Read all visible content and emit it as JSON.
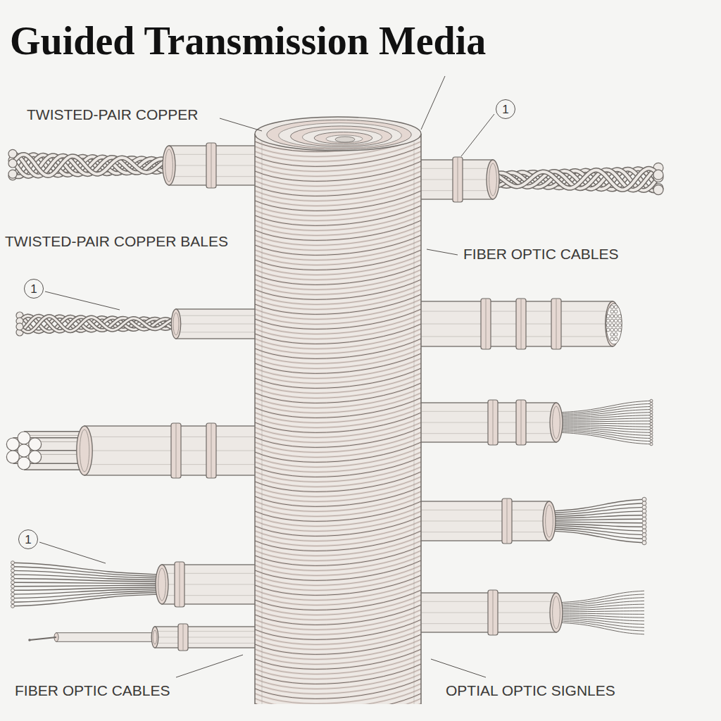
{
  "diagram": {
    "title": "Guided Transmission Media",
    "nodes": [
      {
        "text": [
          "1"
        ]
      },
      {
        "text": [
          "1"
        ]
      },
      {
        "text": [
          "1"
        ]
      }
    ],
    "labels": [
      "TWISTED-PAIR COPPER",
      "TWISTED-PAIR COPPER BALES",
      "FIBER OPTIC CABLES",
      "FIBER OPTIC CABLES",
      "OPTIAL OPTIC SIGNLES"
    ]
  }
}
